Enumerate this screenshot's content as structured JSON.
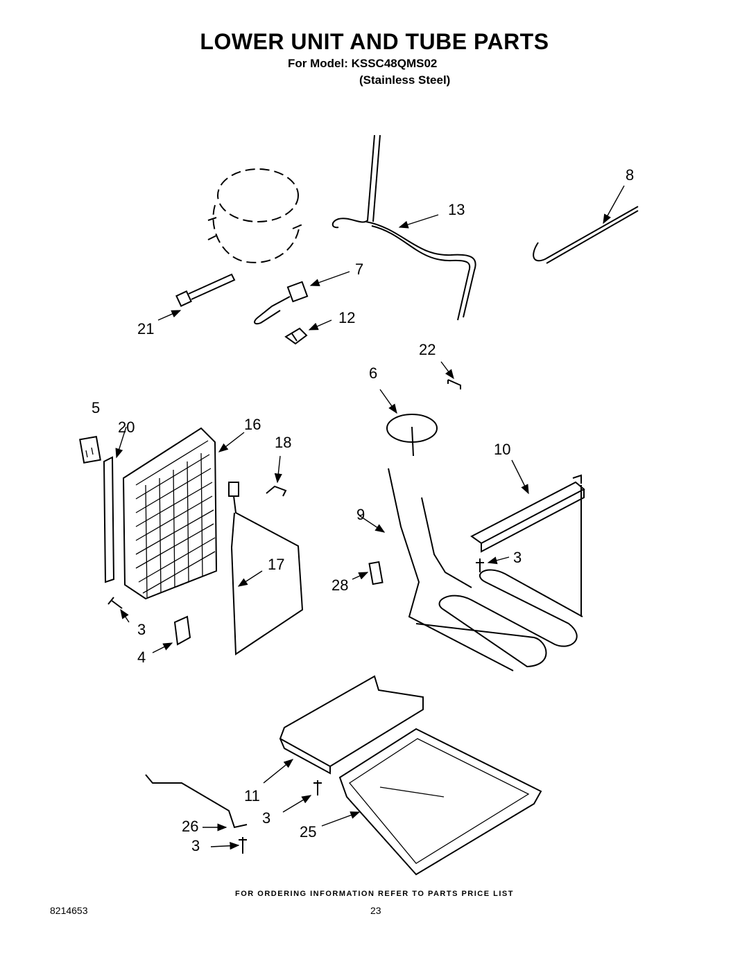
{
  "header": {
    "title": "LOWER UNIT AND TUBE PARTS",
    "model_line": "For Model: KSSC48QMS02",
    "finish_line": "(Stainless Steel)"
  },
  "callouts": {
    "c8": "8",
    "c13": "13",
    "c7": "7",
    "c21": "21",
    "c12": "12",
    "c22": "22",
    "c6": "6",
    "c5": "5",
    "c20": "20",
    "c16": "16",
    "c18": "18",
    "c10": "10",
    "c9": "9",
    "c3a": "3",
    "c17": "17",
    "c28": "28",
    "c3b": "3",
    "c4": "4",
    "c11": "11",
    "c3c": "3",
    "c26": "26",
    "c25": "25",
    "c3d": "3"
  },
  "footer": {
    "ordering_note": "FOR ORDERING INFORMATION REFER TO PARTS PRICE LIST",
    "doc_number": "8214653",
    "page_number": "23"
  }
}
